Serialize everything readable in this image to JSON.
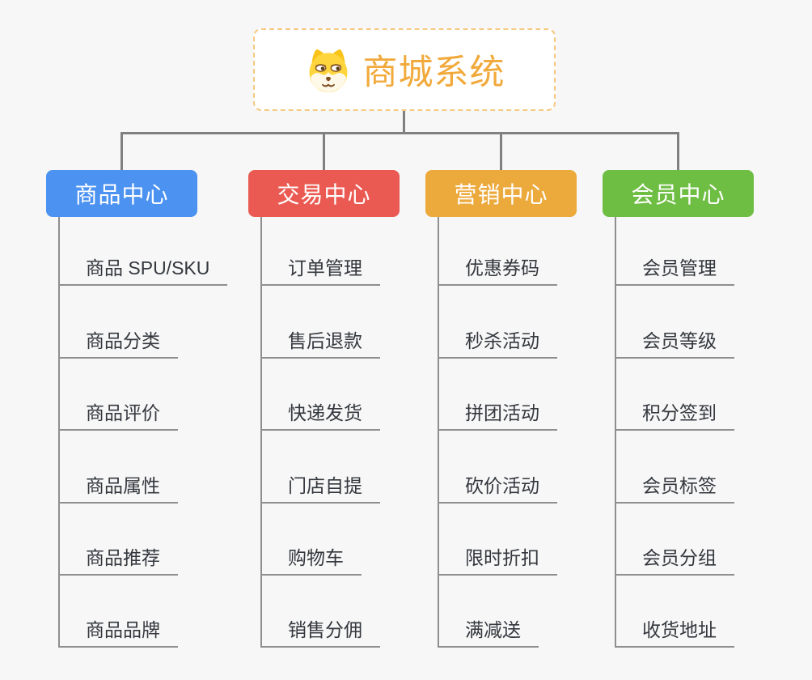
{
  "root": {
    "title": "商城系统",
    "icon": "dog-face-icon"
  },
  "branches": [
    {
      "label": "商品中心",
      "color": "#4b92f1",
      "children": [
        "商品 SPU/SKU",
        "商品分类",
        "商品评价",
        "商品属性",
        "商品推荐",
        "商品品牌"
      ]
    },
    {
      "label": "交易中心",
      "color": "#ea5a52",
      "children": [
        "订单管理",
        "售后退款",
        "快递发货",
        "门店自提",
        "购物车",
        "销售分佣"
      ]
    },
    {
      "label": "营销中心",
      "color": "#eca93c",
      "children": [
        "优惠券码",
        "秒杀活动",
        "拼团活动",
        "砍价活动",
        "限时折扣",
        "满减送"
      ]
    },
    {
      "label": "会员中心",
      "color": "#6fbe44",
      "children": [
        "会员管理",
        "会员等级",
        "积分签到",
        "会员标签",
        "会员分组",
        "收货地址"
      ]
    }
  ],
  "colors": {
    "background": "#f7f7f7",
    "connector": "#808080",
    "leaf_line": "#8f8f8f",
    "leaf_text": "#34383e",
    "root_text": "#f2a93b",
    "root_border": "#f6c982"
  }
}
